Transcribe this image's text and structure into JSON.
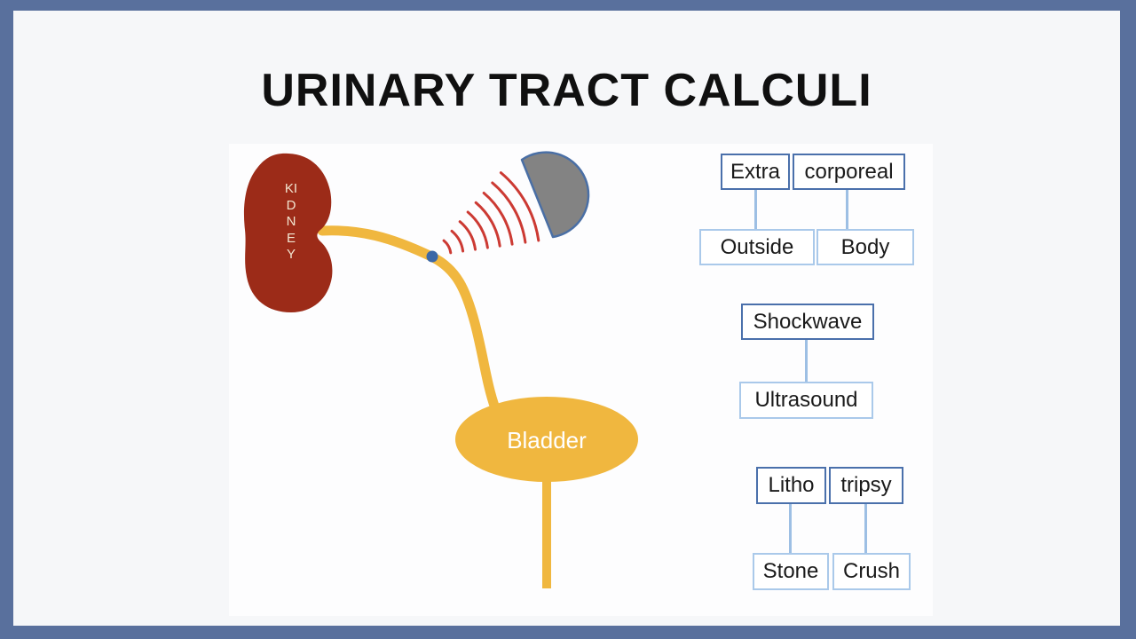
{
  "title": "URINARY TRACT CALCULI",
  "illustration": {
    "kidney_label": "KIDNEY",
    "bladder_label": "Bladder",
    "stone_marker": "ureteral stone",
    "device_marker": "shockwave lithotripter"
  },
  "word_breakdown": {
    "extracorporeal": {
      "parts": [
        "Extra",
        "corporeal"
      ],
      "meanings": [
        "Outside",
        "Body"
      ]
    },
    "shockwave": {
      "parts": [
        "Shockwave"
      ],
      "meanings": [
        "Ultrasound"
      ]
    },
    "lithotripsy": {
      "parts": [
        "Litho",
        "tripsy"
      ],
      "meanings": [
        "Stone",
        "Crush"
      ]
    }
  },
  "colors": {
    "frame": "#59709d",
    "page_bg": "#f6f7f9",
    "panel_bg": "#fdfdfe",
    "title_color": "#101010",
    "text": "#1a1a1a",
    "box_dark": "#4a70ab",
    "box_light": "#aac9ea",
    "connector": "#9dbfe4",
    "kidney": "#9c2b18",
    "kidney_text": "#f2e5d0",
    "ureter": "#f0b73f",
    "stone": "#3c68a6",
    "wave": "#cc3a33",
    "device_fill": "#838383",
    "device_stroke": "#4a6fa5"
  }
}
